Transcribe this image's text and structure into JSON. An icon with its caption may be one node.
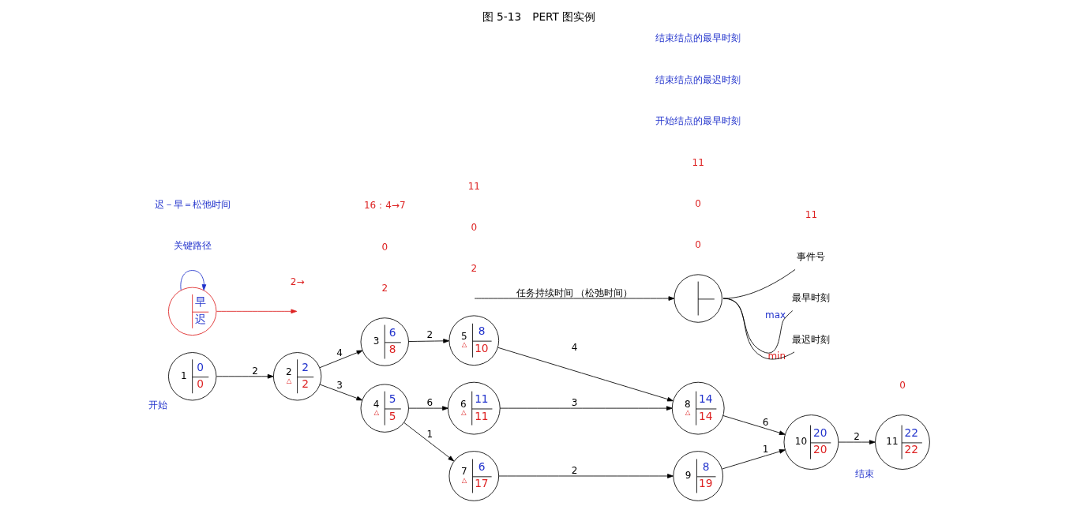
{
  "diagram": {
    "caption": "图 5-13　PERT 图实例",
    "nodes": [
      {
        "text": [
          "1",
          "0",
          "0"
        ],
        "beside": [
          "开始"
        ]
      },
      {
        "text": [
          "2",
          "2",
          "2",
          "△"
        ]
      },
      {
        "text": [
          "3",
          "6",
          "8"
        ]
      },
      {
        "text": [
          "4",
          "5",
          "5",
          "△"
        ]
      },
      {
        "text": [
          "5",
          "8",
          "10",
          "△"
        ]
      },
      {
        "text": [
          "6",
          "11",
          "11",
          "△"
        ]
      },
      {
        "text": [
          "7",
          "6",
          "17",
          "△"
        ]
      },
      {
        "text": [
          "8",
          "14",
          "14",
          "△"
        ]
      },
      {
        "text": [
          "9",
          "8",
          "19"
        ]
      },
      {
        "text": [
          "10",
          "20",
          "20"
        ]
      },
      {
        "text": [
          "11",
          "22",
          "22"
        ],
        "beside": [
          "结束"
        ]
      },
      {
        "text": [],
        "shape": "circle"
      },
      {
        "text": [
          "事件号"
        ]
      },
      {
        "text": [
          "最早时刻"
        ],
        "beside": [
          "max"
        ]
      },
      {
        "text": [
          "最迟时刻"
        ],
        "beside": [
          "min"
        ]
      },
      {
        "text": [
          "早",
          "迟"
        ]
      }
    ],
    "edges": [
      {
        "from": 0,
        "to": 1,
        "arrow": "to",
        "label": "2"
      },
      {
        "from": 1,
        "to": 2,
        "arrow": "to",
        "label": "4"
      },
      {
        "from": 1,
        "to": 3,
        "arrow": "to",
        "label": "3"
      },
      {
        "from": 2,
        "to": 4,
        "arrow": "to",
        "label": "2"
      },
      {
        "from": 3,
        "to": 5,
        "arrow": "to",
        "label": "6"
      },
      {
        "from": 3,
        "to": 6,
        "arrow": "to",
        "label": "1"
      },
      {
        "from": 4,
        "to": 7,
        "arrow": "to",
        "label": "4"
      },
      {
        "from": 5,
        "to": 7,
        "arrow": "to",
        "label": "3"
      },
      {
        "from": 6,
        "to": 8,
        "arrow": "to",
        "label": "2"
      },
      {
        "from": 7,
        "to": 9,
        "arrow": "to",
        "label": "6"
      },
      {
        "from": 8,
        "to": 9,
        "arrow": "to",
        "label": "1"
      },
      {
        "from": 9,
        "to": 10,
        "arrow": "to",
        "label": "2"
      },
      {
        "from": null,
        "to": 11,
        "arrow": "to",
        "label": "任务持续时间 （松弛时间）"
      },
      {
        "from": 12,
        "to": 11,
        "arrow": "none"
      },
      {
        "from": 13,
        "to": 11,
        "arrow": "none"
      },
      {
        "from": 14,
        "to": 11,
        "arrow": "none"
      },
      {
        "from": 15,
        "to": 15,
        "arrow": "to",
        "color": "#2233cc"
      },
      {
        "from": 15,
        "to": null,
        "arrow": "to",
        "color": "#dd2222"
      }
    ],
    "labels": [
      "关键路径",
      "2→",
      "2",
      "2",
      "0",
      "0",
      "0",
      "0",
      "0",
      "11",
      "11",
      "11",
      "16：4→7",
      "开始结点的最早时刻",
      "结束结点的最迟时刻",
      "结束结点的最早时刻",
      "迟－早＝松弛时间"
    ]
  }
}
